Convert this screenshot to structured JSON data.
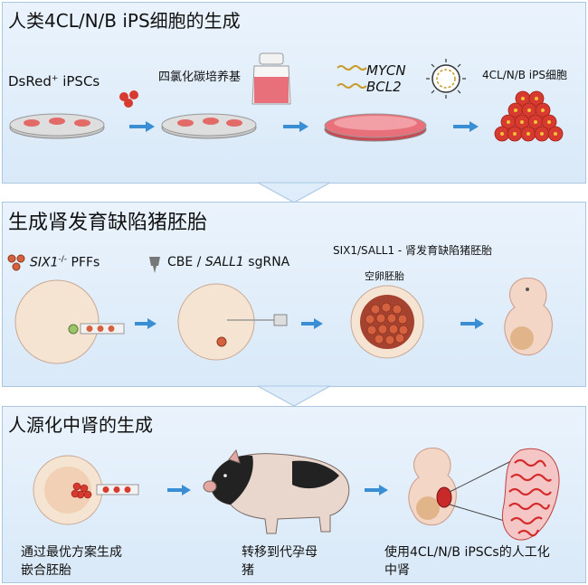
{
  "panel1": {
    "title": "人类4CL/N/B iPS细胞的生成",
    "dsred_label": "DsRed",
    "dsred_sup": "+",
    "ipscs": "iPSCs",
    "medium": "四氯化碳培养基",
    "gene1": "MYCN",
    "gene2": "BCL2",
    "result": "4CL/N/B iPS细胞"
  },
  "panel2": {
    "title": "生成肾发育缺陷猪胚胎",
    "six1": "SIX1",
    "six1_sup": "-/-",
    "pffs": "PFFs",
    "cbe": "CBE /",
    "sall1": "SALL1",
    "sgrna": "sgRNA",
    "embryo_label": "SIX1/SALL1 - 肾发育缺陷猪胚胎",
    "blastocyst": "空卵胚胎"
  },
  "panel3": {
    "title": "人源化中肾的生成",
    "step1_line1": "通过最优方案生成",
    "step1_line2": "嵌合胚胎",
    "step2_line1": "转移到代孕母",
    "step2_line2": "猪",
    "step3_line1": "使用4CL/N/B iPSCs的人工化",
    "step3_line2": "中肾"
  },
  "colors": {
    "panel_bg": "#dfecf9",
    "panel_border": "#a9c7e3",
    "arrow": "#3a8fd4",
    "cell_red": "#d73a2e",
    "medium_pink": "#e8707a",
    "embryo_skin": "#f3d6c6"
  }
}
